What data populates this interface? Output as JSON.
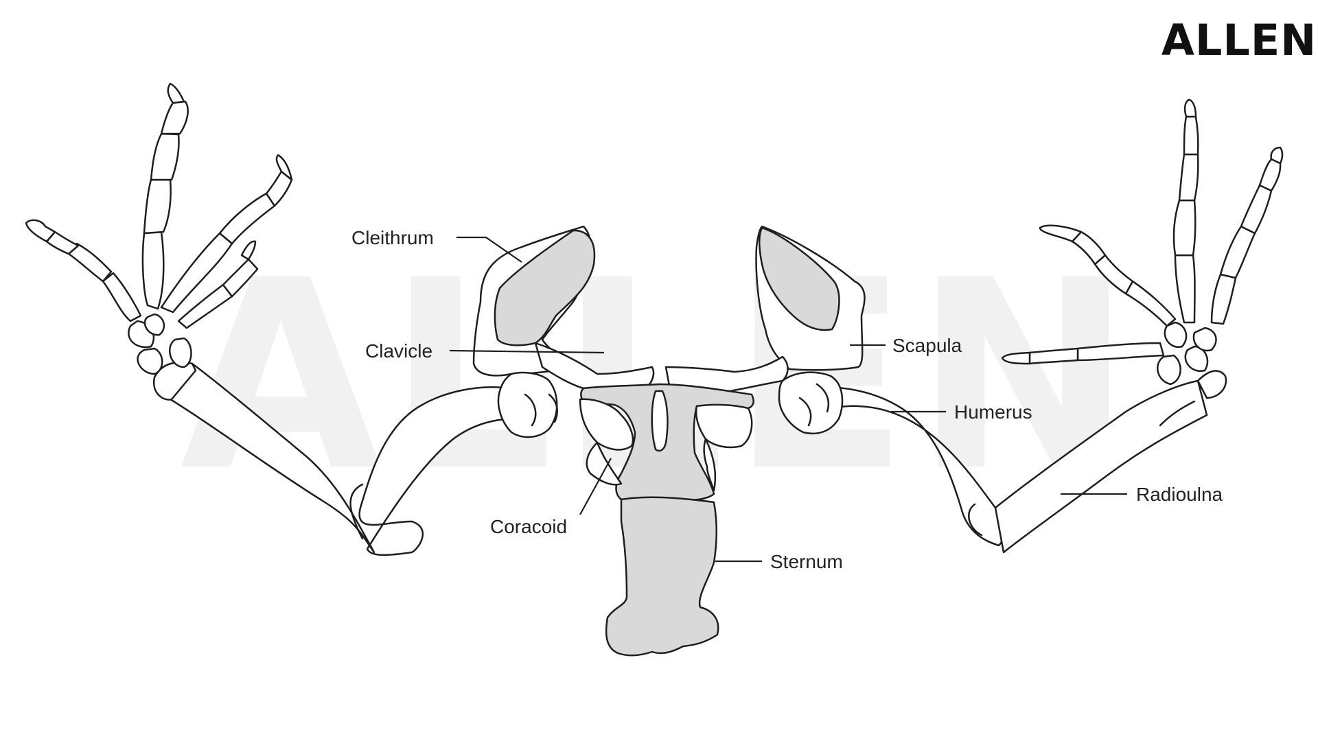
{
  "logo": {
    "text": "ALLEN"
  },
  "watermark": {
    "text": "ALLEN"
  },
  "labels": {
    "cleithrum": "Cleithrum",
    "clavicle": "Clavicle",
    "coracoid": "Coracoid",
    "scapula": "Scapula",
    "humerus": "Humerus",
    "radioulna": "Radioulna",
    "sternum": "Sternum"
  },
  "colors": {
    "shaded_bone": "#d9d9d9",
    "outline": "#1e1e1e",
    "watermark": "#f1f1f1"
  }
}
